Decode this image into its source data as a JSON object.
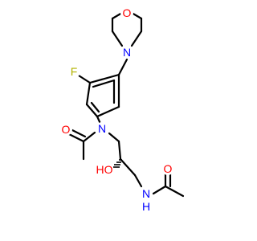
{
  "molecule": {
    "atoms": {
      "o_morpholine": "O",
      "n_morpholine": "N",
      "fluorine": "F",
      "n_amide": "N",
      "o_acetyl_left": "O",
      "hydroxyl": "HO",
      "n_amide_right": "N",
      "h_amide_right": "H",
      "o_acetyl_right": "O"
    },
    "colors": {
      "oxygen": "#ff0000",
      "nitrogen": "#0000ff",
      "fluorine": "#b3b300",
      "bond": "#000000"
    }
  }
}
